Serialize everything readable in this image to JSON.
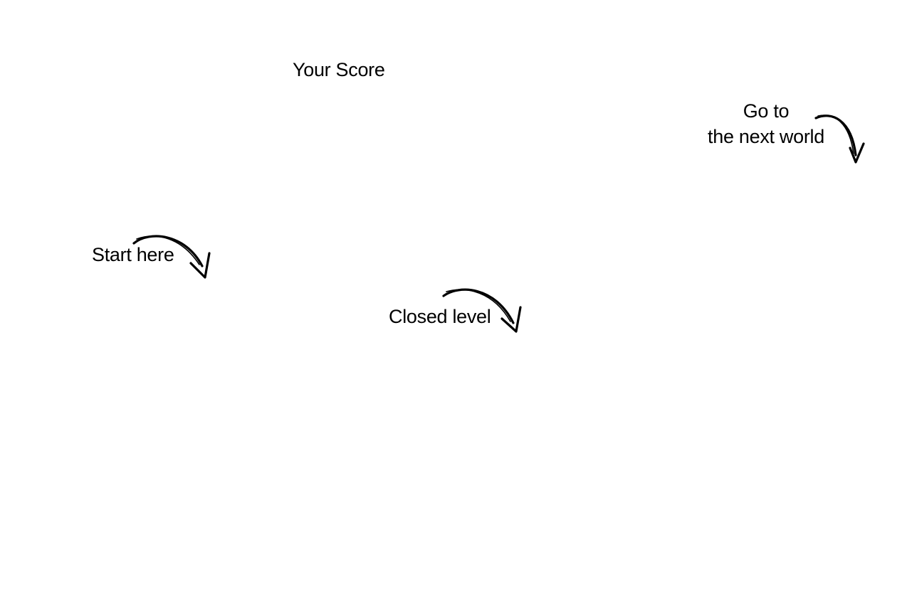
{
  "hud": {
    "score_label": "Your Score"
  },
  "hints": {
    "start": "Start here",
    "closed_level": "Closed level",
    "next_world_line1": "Go to",
    "next_world_line2": "the next world"
  },
  "icons": {
    "start_arrow": "curved-arrow-down-right",
    "closed_arrow": "curved-arrow-down-right",
    "next_world_arrow": "curved-arrow-down-right"
  },
  "colors": {
    "background": "#ffffff",
    "ink": "#000000"
  }
}
